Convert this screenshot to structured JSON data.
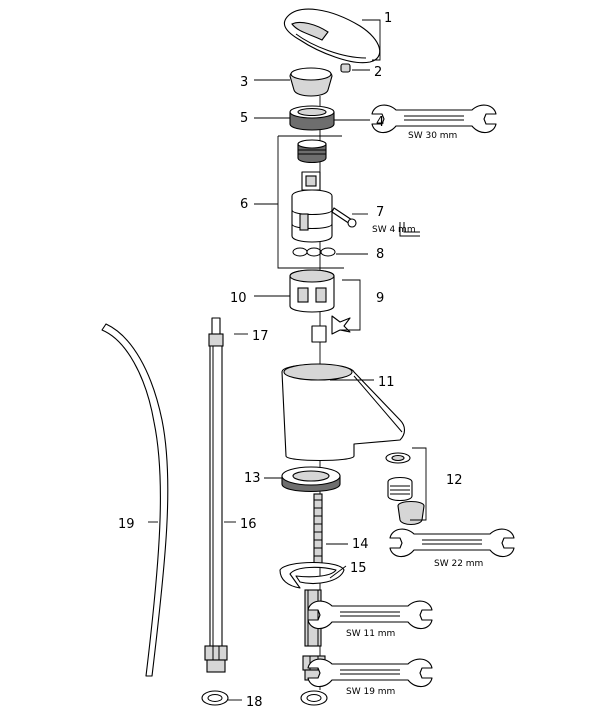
{
  "callouts": {
    "c1": "1",
    "c2": "2",
    "c3": "3",
    "c4": "4",
    "c5": "5",
    "c6": "6",
    "c7": "7",
    "c8": "8",
    "c9": "9",
    "c10": "10",
    "c11": "11",
    "c12": "12",
    "c13": "13",
    "c14": "14",
    "c15": "15",
    "c16": "16",
    "c17": "17",
    "c18": "18",
    "c19": "19"
  },
  "tools": {
    "sw30": "SW 30 mm",
    "sw4": "SW 4 mm",
    "sw22": "SW 22 mm",
    "sw11": "SW 11 mm",
    "sw19": "SW 19 mm"
  }
}
